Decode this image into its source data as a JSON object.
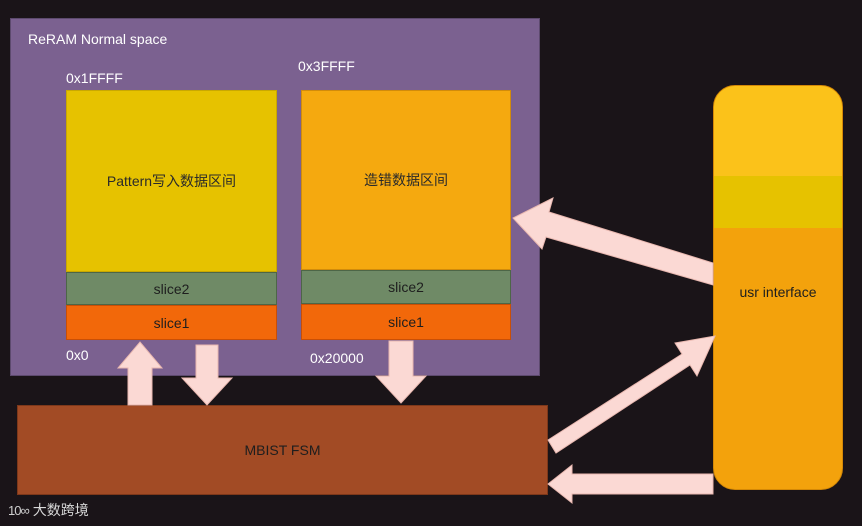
{
  "region": {
    "title": "ReRAM Normal space"
  },
  "left_column": {
    "top_addr": "0x1FFFF",
    "bottom_addr": "0x0",
    "data_label": "Pattern写入数据区间",
    "slice2_label": "slice2",
    "slice1_label": "slice1"
  },
  "right_column": {
    "top_addr": "0x3FFFF",
    "bottom_addr": "0x20000",
    "data_label": "造错数据区间",
    "slice2_label": "slice2",
    "slice1_label": "slice1"
  },
  "fsm": {
    "label": "MBIST FSM"
  },
  "usr": {
    "label": "usr interface"
  },
  "watermark": {
    "logo": "10∞",
    "text": "大数跨境"
  },
  "colors": {
    "background": "#1a1418",
    "region": "#7b6190",
    "yellow": "#e6c200",
    "orange": "#f5a90f",
    "slice2": "#6f8a66",
    "slice1": "#f2680a",
    "fsm": "#a24b25",
    "arrow_fill": "#fbd9d4"
  }
}
